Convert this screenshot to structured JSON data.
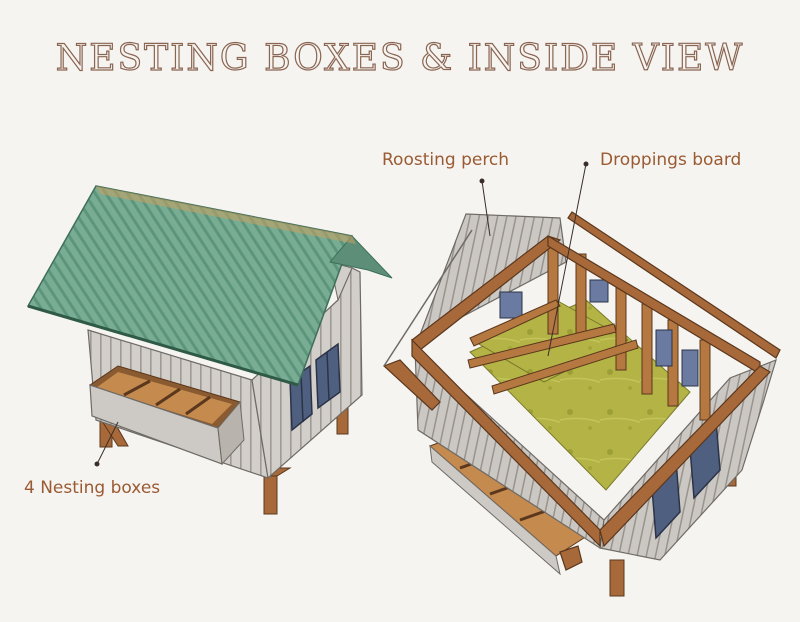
{
  "title": "NESTING BOXES & INSIDE VIEW",
  "labels": {
    "roosting_perch": "Roosting perch",
    "droppings_board": "Droppings board",
    "nesting_boxes": "4 Nesting boxes"
  },
  "colors": {
    "background": "#f6f4f1",
    "title_outline": "#8a6552",
    "label_text": "#9a5a32",
    "roof_green": "#6fa68c",
    "siding_gray": "#cdc9c4",
    "wood_brown": "#a8693a",
    "floor_yellow": "#b4b548"
  }
}
